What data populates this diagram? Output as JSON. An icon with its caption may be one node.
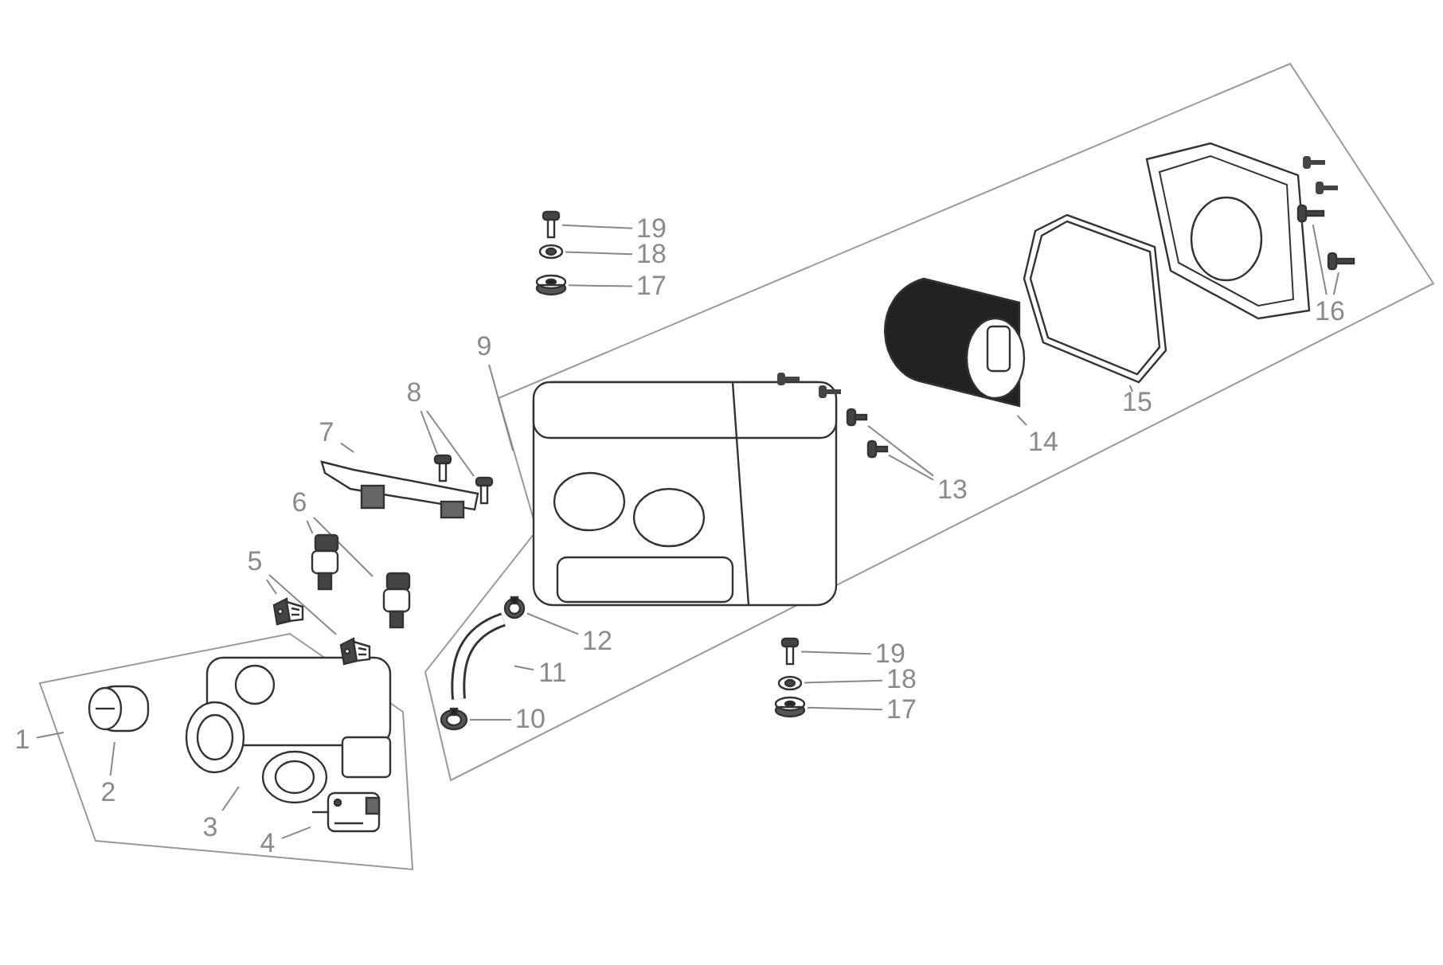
{
  "diagram": {
    "nodes": [
      {
        "text": [
          "1"
        ]
      },
      {
        "text": [],
        "shape": "box"
      },
      {
        "text": [
          "2"
        ],
        "in": 1
      },
      {
        "text": [],
        "shape": "picture",
        "in": 1
      },
      {
        "text": [
          "3"
        ],
        "in": 1
      },
      {
        "text": [],
        "shape": "picture",
        "in": 1
      },
      {
        "text": [
          "4"
        ],
        "in": 1
      },
      {
        "text": [],
        "shape": "picture",
        "in": 1
      },
      {
        "text": [
          "5"
        ]
      },
      {
        "text": [],
        "shape": "picture"
      },
      {
        "text": [],
        "shape": "picture"
      },
      {
        "text": [
          "6"
        ]
      },
      {
        "text": [],
        "shape": "picture"
      },
      {
        "text": [],
        "shape": "picture"
      },
      {
        "text": [
          "7"
        ]
      },
      {
        "text": [],
        "shape": "picture"
      },
      {
        "text": [
          "8"
        ]
      },
      {
        "text": [],
        "shape": "picture"
      },
      {
        "text": [],
        "shape": "picture"
      },
      {
        "text": [
          "9"
        ]
      },
      {
        "text": [],
        "shape": "box"
      },
      {
        "text": [],
        "shape": "picture",
        "in": 20
      },
      {
        "text": [
          "10"
        ],
        "in": 20
      },
      {
        "text": [],
        "shape": "picture",
        "in": 20
      },
      {
        "text": [
          "11"
        ],
        "in": 20
      },
      {
        "text": [],
        "shape": "picture",
        "in": 20
      },
      {
        "text": [
          "12"
        ],
        "in": 20
      },
      {
        "text": [],
        "shape": "picture",
        "in": 20
      },
      {
        "text": [
          "13"
        ],
        "in": 20
      },
      {
        "text": [],
        "shape": "picture",
        "in": 20
      },
      {
        "text": [],
        "shape": "picture",
        "in": 20
      },
      {
        "text": [
          "14"
        ],
        "in": 20
      },
      {
        "text": [],
        "shape": "picture",
        "in": 20
      },
      {
        "text": [
          "15"
        ],
        "in": 20
      },
      {
        "text": [],
        "shape": "picture",
        "in": 20
      },
      {
        "text": [
          "16"
        ],
        "in": 20
      },
      {
        "text": [],
        "shape": "picture",
        "in": 20
      },
      {
        "text": [],
        "shape": "picture",
        "in": 20
      },
      {
        "text": [
          "19"
        ]
      },
      {
        "text": [],
        "shape": "picture"
      },
      {
        "text": [
          "18"
        ]
      },
      {
        "text": [],
        "shape": "picture"
      },
      {
        "text": [
          "17"
        ]
      },
      {
        "text": [],
        "shape": "picture"
      },
      {
        "text": [
          "19"
        ]
      },
      {
        "text": [],
        "shape": "picture"
      },
      {
        "text": [
          "18"
        ]
      },
      {
        "text": [],
        "shape": "picture"
      },
      {
        "text": [
          "17"
        ]
      },
      {
        "text": [],
        "shape": "picture"
      }
    ],
    "edges": [
      {
        "from": 0,
        "to": 1,
        "arrow": "none"
      },
      {
        "from": 2,
        "to": 3,
        "arrow": "none"
      },
      {
        "from": 4,
        "to": 5,
        "arrow": "none"
      },
      {
        "from": 6,
        "to": 7,
        "arrow": "none"
      },
      {
        "from": 8,
        "to": 9,
        "arrow": "none"
      },
      {
        "from": 8,
        "to": 10,
        "arrow": "none"
      },
      {
        "from": 11,
        "to": 12,
        "arrow": "none"
      },
      {
        "from": 11,
        "to": 13,
        "arrow": "none"
      },
      {
        "from": 14,
        "to": 15,
        "arrow": "none"
      },
      {
        "from": 16,
        "to": 17,
        "arrow": "none"
      },
      {
        "from": 16,
        "to": 18,
        "arrow": "none"
      },
      {
        "from": 19,
        "to": 20,
        "arrow": "none"
      },
      {
        "from": 22,
        "to": 23,
        "arrow": "none"
      },
      {
        "from": 24,
        "to": 25,
        "arrow": "none"
      },
      {
        "from": 26,
        "to": 27,
        "arrow": "none"
      },
      {
        "from": 28,
        "to": 29,
        "arrow": "none"
      },
      {
        "from": 28,
        "to": 30,
        "arrow": "none"
      },
      {
        "from": 31,
        "to": 32,
        "arrow": "none"
      },
      {
        "from": 33,
        "to": 34,
        "arrow": "none"
      },
      {
        "from": 35,
        "to": 36,
        "arrow": "none"
      },
      {
        "from": 35,
        "to": 37,
        "arrow": "none"
      },
      {
        "from": 38,
        "to": 39,
        "arrow": "none"
      },
      {
        "from": 40,
        "to": 41,
        "arrow": "none"
      },
      {
        "from": 42,
        "to": 43,
        "arrow": "none"
      },
      {
        "from": 44,
        "to": 45,
        "arrow": "none"
      },
      {
        "from": 46,
        "to": 47,
        "arrow": "none"
      },
      {
        "from": 48,
        "to": 49,
        "arrow": "none"
      }
    ]
  }
}
